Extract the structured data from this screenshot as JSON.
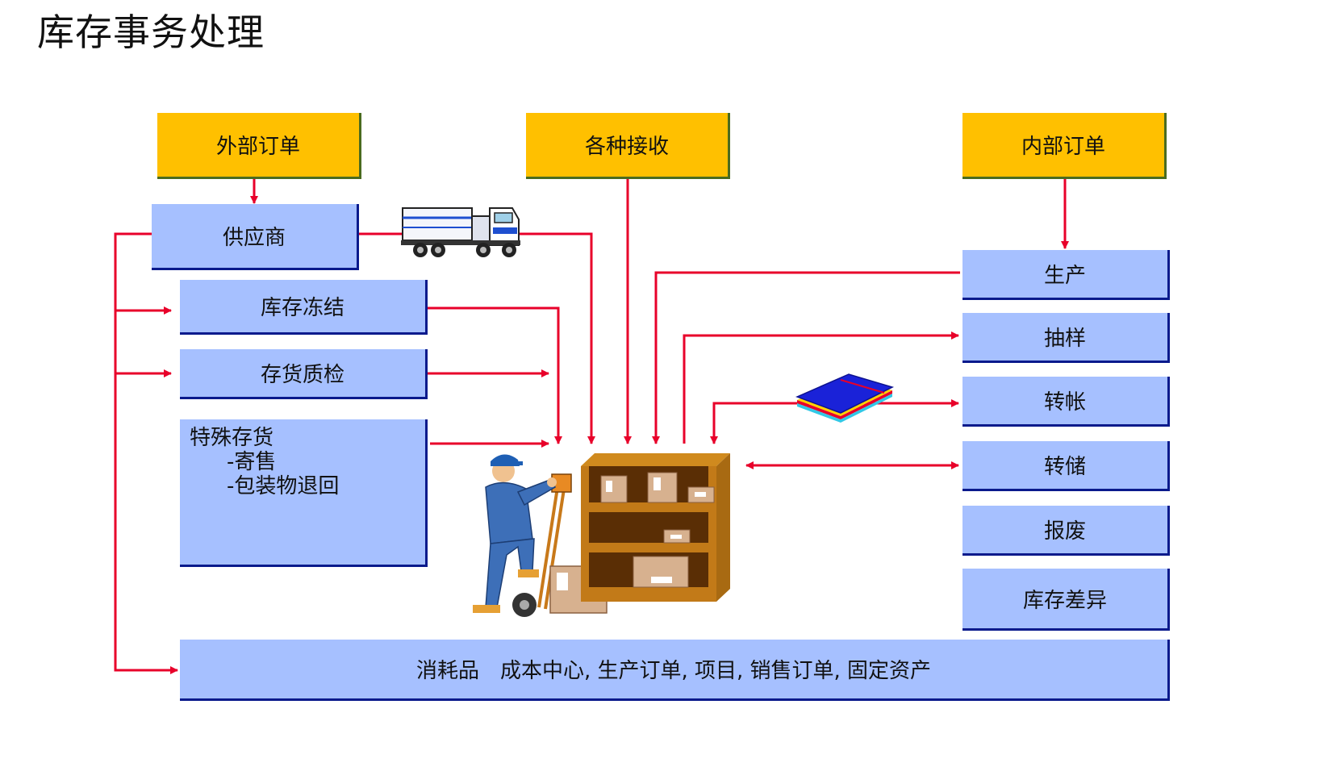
{
  "page_title": "库存事务处理",
  "top_sources": {
    "external_order": "外部订单",
    "receipts": "各种接收",
    "internal_order": "内部订单"
  },
  "left_boxes": {
    "supplier": "供应商",
    "stock_freeze": "库存冻结",
    "quality_check": "存货质检",
    "special_stock": {
      "title": "特殊存货",
      "item1": "-寄售",
      "item2": "-包装物退回"
    }
  },
  "right_boxes": {
    "production": "生产",
    "sampling": "抽样",
    "transfer_posting": "转帐",
    "stock_transfer": "转储",
    "scrapping": "报废",
    "inventory_difference": "库存差异"
  },
  "bottom_box": "消耗品　成本中心, 生产订单, 项目, 销售订单, 固定资产",
  "colors": {
    "yellow_box": "#ffc000",
    "blue_box": "#a6c0ff",
    "arrow": "#e8002a",
    "box_shadow_blue": "#0a1a8c",
    "box_shadow_yellow": "#4a6b1f"
  },
  "icons": [
    "truck-icon",
    "worker-forklift-icon",
    "shelf-icon",
    "book-icon"
  ]
}
